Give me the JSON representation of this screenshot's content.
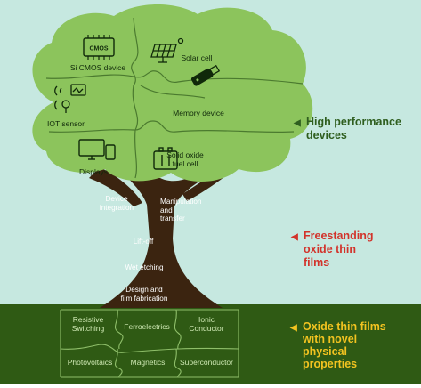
{
  "colors": {
    "sky": "#c6e8e0",
    "canopy": "#8cc45c",
    "canopy_line": "#4b7a2f",
    "trunk": "#3b2410",
    "ground": "#2f5a14",
    "ground_line": "#8fbf6a",
    "label_dark_green": "#2f5e1f",
    "label_red": "#d2332b",
    "label_yellow": "#f2c320"
  },
  "canopy_devices": [
    {
      "label": "Si CMOS device",
      "icon": "chip-icon"
    },
    {
      "label": "Solar cell",
      "icon": "solar-panel-icon"
    },
    {
      "label": "IOT sensor",
      "icon": "sensor-icon"
    },
    {
      "label": "Memory device",
      "icon": "usb-drive-icon"
    },
    {
      "label": "Displays",
      "icon": "display-icon"
    },
    {
      "label": "Solid oxide",
      "label2": "fuel cell",
      "icon": "battery-icon"
    }
  ],
  "chip_text": "CMOS",
  "trunk_steps": {
    "device_integration": [
      "Device",
      "integration"
    ],
    "manipulation_transfer": [
      "Manipulation",
      "and",
      "transfer"
    ],
    "lift_off": "Lift-off",
    "wet_etching": "Wet etching",
    "design_fabrication": [
      "Design and",
      "film fabrication"
    ]
  },
  "ground_materials": [
    {
      "lines": [
        "Resistive",
        "Switching"
      ]
    },
    {
      "lines": [
        "Ferroelectrics"
      ]
    },
    {
      "lines": [
        "Ionic",
        "Conductor"
      ]
    },
    {
      "lines": [
        "Photovoltaics"
      ]
    },
    {
      "lines": [
        "Magnetics"
      ]
    },
    {
      "lines": [
        "Superconductor"
      ]
    }
  ],
  "levels": [
    {
      "marker": "◀",
      "lines": [
        "High performance",
        "devices"
      ]
    },
    {
      "marker": "◀",
      "lines": [
        "Freestanding",
        "oxide thin",
        "films"
      ]
    },
    {
      "marker": "◀",
      "lines": [
        "Oxide thin films",
        "with novel",
        "physical",
        "properties"
      ]
    }
  ]
}
